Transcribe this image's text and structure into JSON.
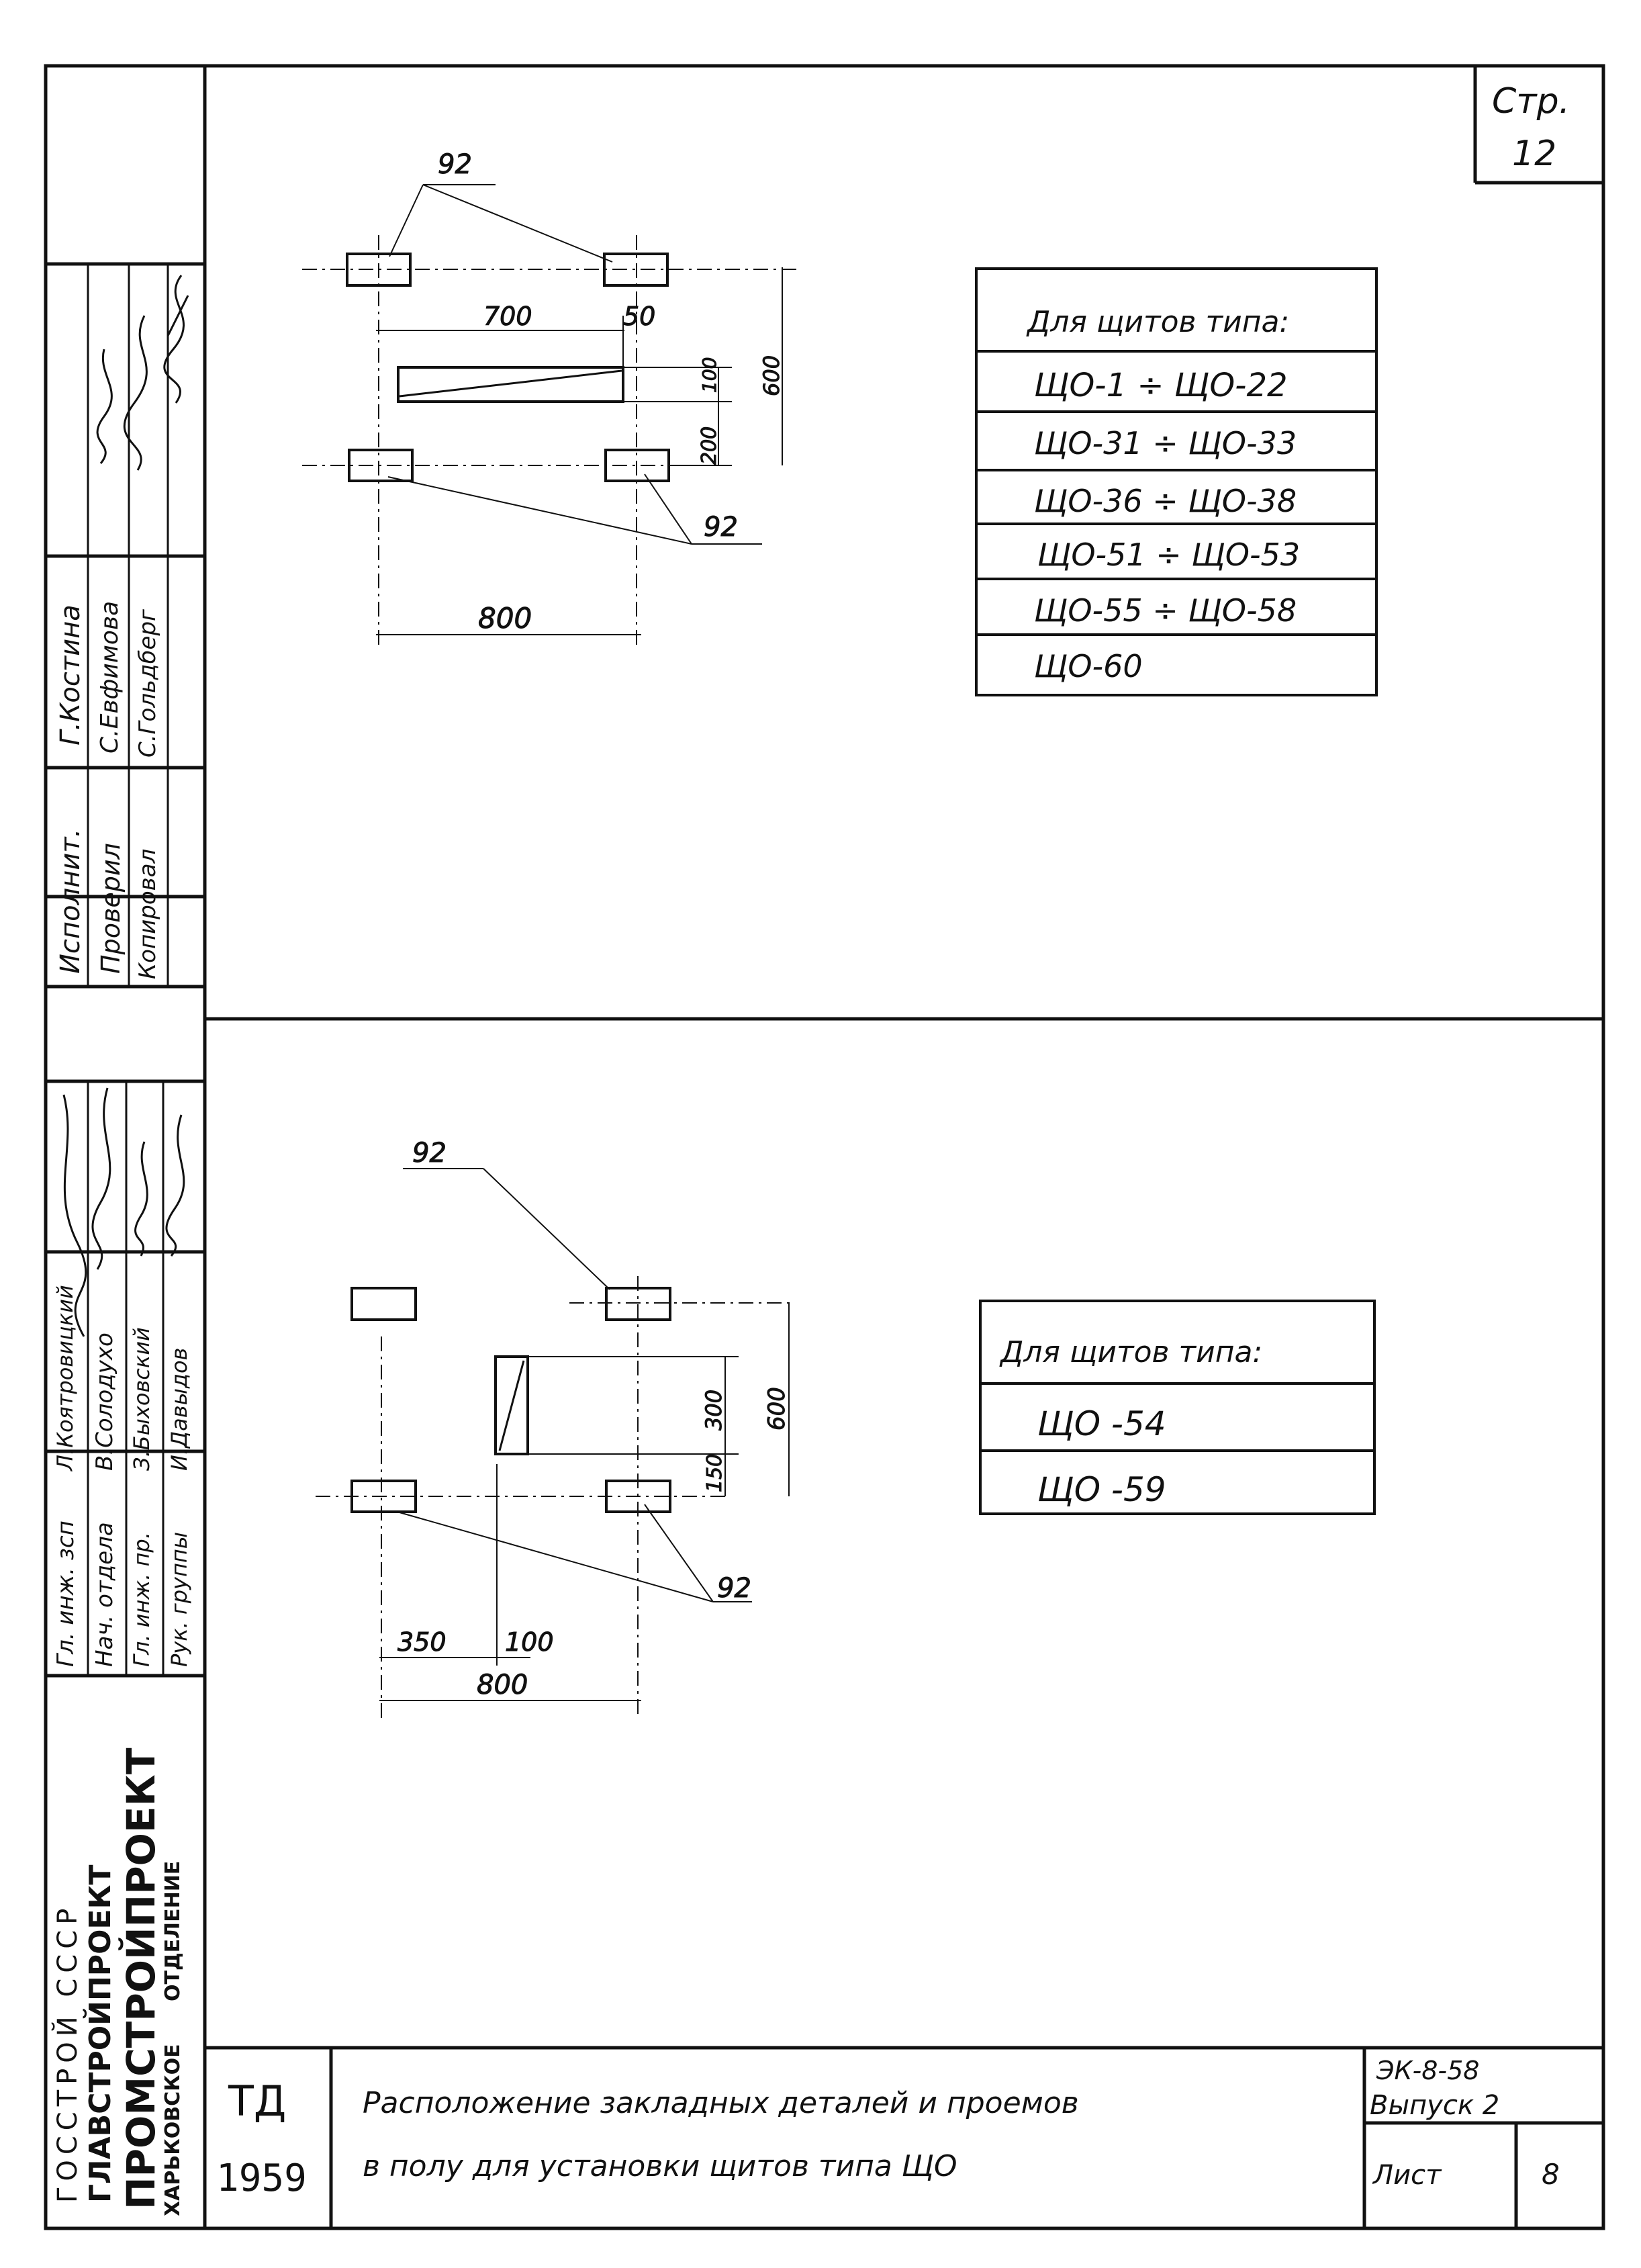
{
  "page": {
    "label": "Стр.",
    "number": "12"
  },
  "section1": {
    "table_header": "Для щитов типа:",
    "types": [
      "ЩО-1 ÷ ЩО-22",
      "ЩО-31 ÷ ЩО-33",
      "ЩО-36 ÷ ЩО-38",
      "ЩО-51 ÷ ЩО-53",
      "ЩО-55 ÷ ЩО-58",
      "ЩО-60"
    ],
    "dims": {
      "d700": "700",
      "d50": "50",
      "d600": "600",
      "d100": "100",
      "d200": "200",
      "d800": "800",
      "callout_top": "92",
      "callout_bottom": "92"
    }
  },
  "section2": {
    "table_header": "Для щитов типа:",
    "types": [
      "ЩО -54",
      "ЩО -59"
    ],
    "dims": {
      "d300": "300",
      "d150": "150",
      "d600": "600",
      "d350": "350",
      "d100": "100",
      "d800": "800",
      "callout_top": "92",
      "callout_bottom": "92"
    }
  },
  "side_stamp": {
    "col1": [
      "Исполнит.",
      "Проверил",
      "Копировал"
    ],
    "col2": [
      "Г.Костина",
      "С.Евфимова",
      "С.Гольдберг"
    ],
    "col3": [
      "Гл. инж. зсп",
      "Нач. отдела",
      "Гл. инж. пр.",
      "Рук. группы"
    ],
    "col4": [
      "Л.Коятровицкий",
      "В.Солодухо",
      "З.Быховский",
      "И.Давыдов"
    ]
  },
  "org": {
    "line1": "ГОССТРОЙ СССР",
    "line2": "ГЛАВСТРОЙПРОЕКТ",
    "line3": "ПРОМСТРОЙПРОЕКТ",
    "line4_left": "ХАРЬКОВСКОЕ",
    "line4_right": "ОТДЕЛЕНИЕ"
  },
  "title_block": {
    "series": "ТД",
    "year": "1959",
    "title_line1": "Расположение закладных деталей и проемов",
    "title_line2": "в полу для установки щитов типа ЩО",
    "code": "ЭК-8-58",
    "issue": "Выпуск 2",
    "sheet_label": "Лист",
    "sheet_number": "8"
  }
}
